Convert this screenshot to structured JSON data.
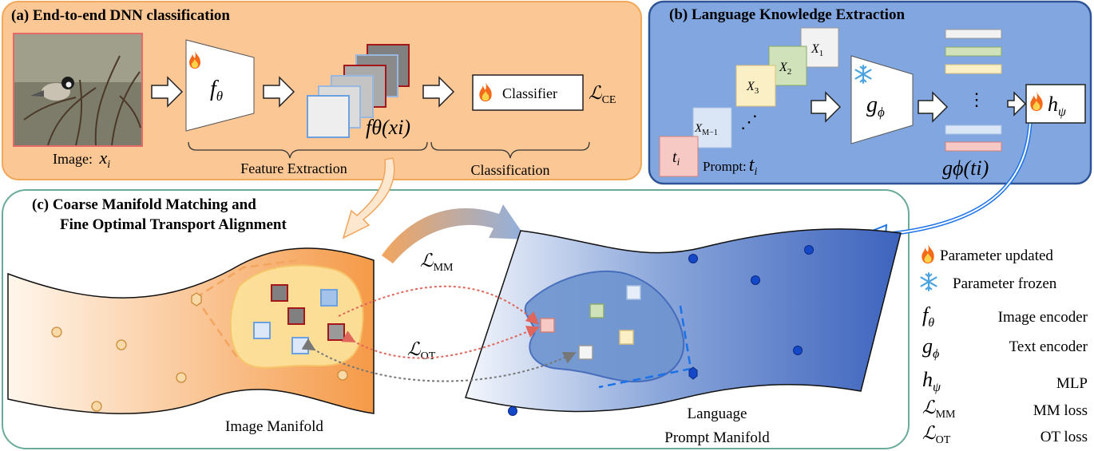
{
  "panel_a": {
    "title": "(a) End-to-end DNN classification",
    "image_label": "Image:",
    "image_var": "x",
    "image_var_sub": "i",
    "encoder_symbol": "f",
    "encoder_sub": "θ",
    "feature_output": "fθ(xi)",
    "classifier_label": "Classifier",
    "loss_ce": "ℒ",
    "loss_ce_sub": "CE",
    "brace_feature": "Feature Extraction",
    "brace_class": "Classification"
  },
  "panel_b": {
    "title": "(b) Language Knowledge Extraction",
    "prompt_tokens": [
      "X",
      "X",
      "X",
      "X"
    ],
    "prompt_token_subs": [
      "1",
      "2",
      "3",
      "M−1"
    ],
    "prompt_dots": "⋰",
    "prompt_t": "t",
    "prompt_t_sub": "i",
    "prompt_label": "Prompt:",
    "text_encoder_symbol": "g",
    "text_encoder_sub": "ϕ",
    "output_dots": "⋮",
    "output_label": "gϕ(ti)",
    "mlp_symbol": "h",
    "mlp_sub": "ψ"
  },
  "panel_c": {
    "title_line1": "(c) Coarse Manifold Matching and",
    "title_line2": "Fine Optimal Transport Alignment",
    "loss_mm": "ℒ",
    "loss_mm_sub": "MM",
    "loss_ot": "ℒ",
    "loss_ot_sub": "OT",
    "image_manifold_label": "Image Manifold",
    "language_manifold_line1": "Language",
    "language_manifold_line2": "Prompt Manifold"
  },
  "legend": {
    "param_updated": "Parameter updated",
    "param_frozen": "Parameter frozen",
    "items": [
      {
        "sym": "f",
        "sub": "θ",
        "desc": "Image encoder"
      },
      {
        "sym": "g",
        "sub": "ϕ",
        "desc": "Text encoder"
      },
      {
        "sym": "h",
        "sub": "ψ",
        "desc": "MLP"
      },
      {
        "sym": "ℒ",
        "sub": "MM",
        "desc": "MM loss"
      },
      {
        "sym": "ℒ",
        "sub": "OT",
        "desc": "OT loss"
      }
    ]
  },
  "colors": {
    "panel_a_fill": "#fbc795",
    "panel_a_stroke": "#f0a85a",
    "panel_b_fill": "#82a7e0",
    "panel_b_stroke": "#2f5496",
    "panel_c_stroke": "#6aaa9a",
    "flame": "#f46a1a",
    "snow": "#4aa3e0"
  }
}
